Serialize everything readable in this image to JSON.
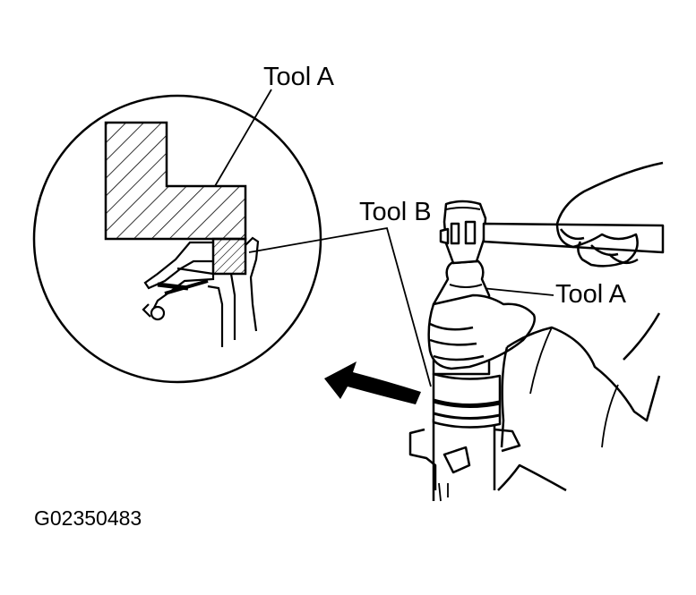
{
  "labels": {
    "tool_a_top": "Tool A",
    "tool_b": "Tool B",
    "tool_a_right": "Tool A"
  },
  "figure_code": "G02350483",
  "colors": {
    "ink": "#000000",
    "paper": "#ffffff"
  }
}
